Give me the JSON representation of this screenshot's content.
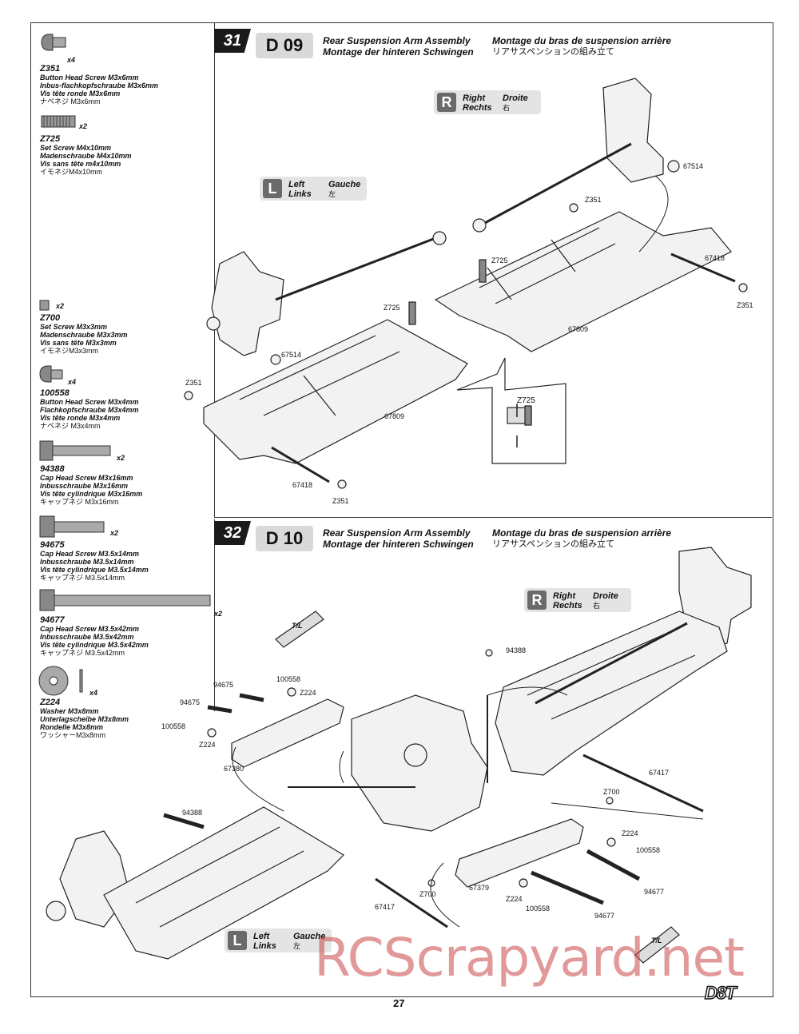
{
  "parts": [
    {
      "code": "Z351",
      "qty": "x4",
      "lines": [
        "Button Head Screw M3x6mm",
        "Inbus-flachkopfschraube M3x6mm",
        "Vis tête ronde M3x6mm"
      ],
      "jp": "ナベネジ M3x6mm"
    },
    {
      "code": "Z725",
      "qty": "x2",
      "lines": [
        "Set Screw M4x10mm",
        "Madenschraube M4x10mm",
        "Vis sans tête m4x10mm"
      ],
      "jp": "イモネジM4x10mm"
    },
    {
      "code": "Z700",
      "qty": "x2",
      "lines": [
        "Set Screw M3x3mm",
        "Madenschraube M3x3mm",
        "Vis sans tête M3x3mm"
      ],
      "jp": "イモネジM3x3mm"
    },
    {
      "code": "100558",
      "qty": "x4",
      "lines": [
        "Button Head Screw M3x4mm",
        "Flachkopfschraube M3x4mm",
        "Vis tête ronde M3x4mm"
      ],
      "jp": "ナベネジ M3x4mm"
    },
    {
      "code": "94388",
      "qty": "x2",
      "lines": [
        "Cap Head Screw M3x16mm",
        "Inbusschraube M3x16mm",
        "Vis tête  cylindrique M3x16mm"
      ],
      "jp": "キャップネジ M3x16mm"
    },
    {
      "code": "94675",
      "qty": "x2",
      "lines": [
        "Cap Head Screw M3.5x14mm",
        "Inbusschraube M3.5x14mm",
        "Vis tête cylindrique M3.5x14mm"
      ],
      "jp": "キャップネジ M3.5x14mm"
    },
    {
      "code": "94677",
      "qty": "x2",
      "lines": [
        "Cap Head Screw M3.5x42mm",
        "Inbusschraube M3.5x42mm",
        "Vis tête cylindrique M3.5x42mm"
      ],
      "jp": "キャップネジ M3.5x42mm"
    },
    {
      "code": "Z224",
      "qty": "x4",
      "lines": [
        "Washer M3x8mm",
        "Unterlagscheibe M3x8mm",
        "Rondelle M3x8mm"
      ],
      "jp": "ワッシャーM3x8mm"
    }
  ],
  "steps": [
    {
      "num": "31",
      "code": "D 09",
      "title_en": "Rear Suspension Arm Assembly",
      "title_fr": "Montage du bras de suspension arrière",
      "title_de": "Montage der hinteren Schwingen",
      "title_jp": "リアサスペンションの組み立て"
    },
    {
      "num": "32",
      "code": "D 10",
      "title_en": "Rear Suspension Arm Assembly",
      "title_fr": "Montage du bras de suspension arrière",
      "title_de": "Montage der hinteren Schwingen",
      "title_jp": "リアサスペンションの組み立て"
    }
  ],
  "sides": {
    "right": {
      "letter": "R",
      "en": "Right",
      "de": "Rechts",
      "fr": "Droite",
      "jp": "右"
    },
    "left": {
      "letter": "L",
      "en": "Left",
      "de": "Links",
      "fr": "Gauche",
      "jp": "左"
    }
  },
  "callouts": {
    "s31_67514_r": "67514",
    "s31_z351_r1": "Z351",
    "s31_z725_r": "Z725",
    "s31_67418_r": "67418",
    "s31_z351_r2": "Z351",
    "s31_67809_r": "67809",
    "s31_z725_l": "Z725",
    "s31_67514_l": "67514",
    "s31_z351_l1": "Z351",
    "s31_67809_l": "67809",
    "s31_67418_l": "67418",
    "s31_z351_l2": "Z351",
    "s31_detail_z725": "Z725",
    "s32_100558_a": "100558",
    "s32_94675_a": "94675",
    "s32_z224_a": "Z224",
    "s32_94675_b": "94675",
    "s32_100558_b": "100558",
    "s32_z224_b": "Z224",
    "s32_67380": "67380",
    "s32_94388_r": "94388",
    "s32_67417_r": "67417",
    "s32_z700_r": "Z700",
    "s32_z224_c": "Z224",
    "s32_100558_c": "100558",
    "s32_94677_a": "94677",
    "s32_94388_l": "94388",
    "s32_z700_l": "Z700",
    "s32_67379": "67379",
    "s32_z224_d": "Z224",
    "s32_100558_d": "100558",
    "s32_94677_b": "94677",
    "s32_67417_l": "67417",
    "tl": "T/L"
  },
  "page_number": "27",
  "logo": "D8T",
  "watermark": "RCScrapyard.net"
}
